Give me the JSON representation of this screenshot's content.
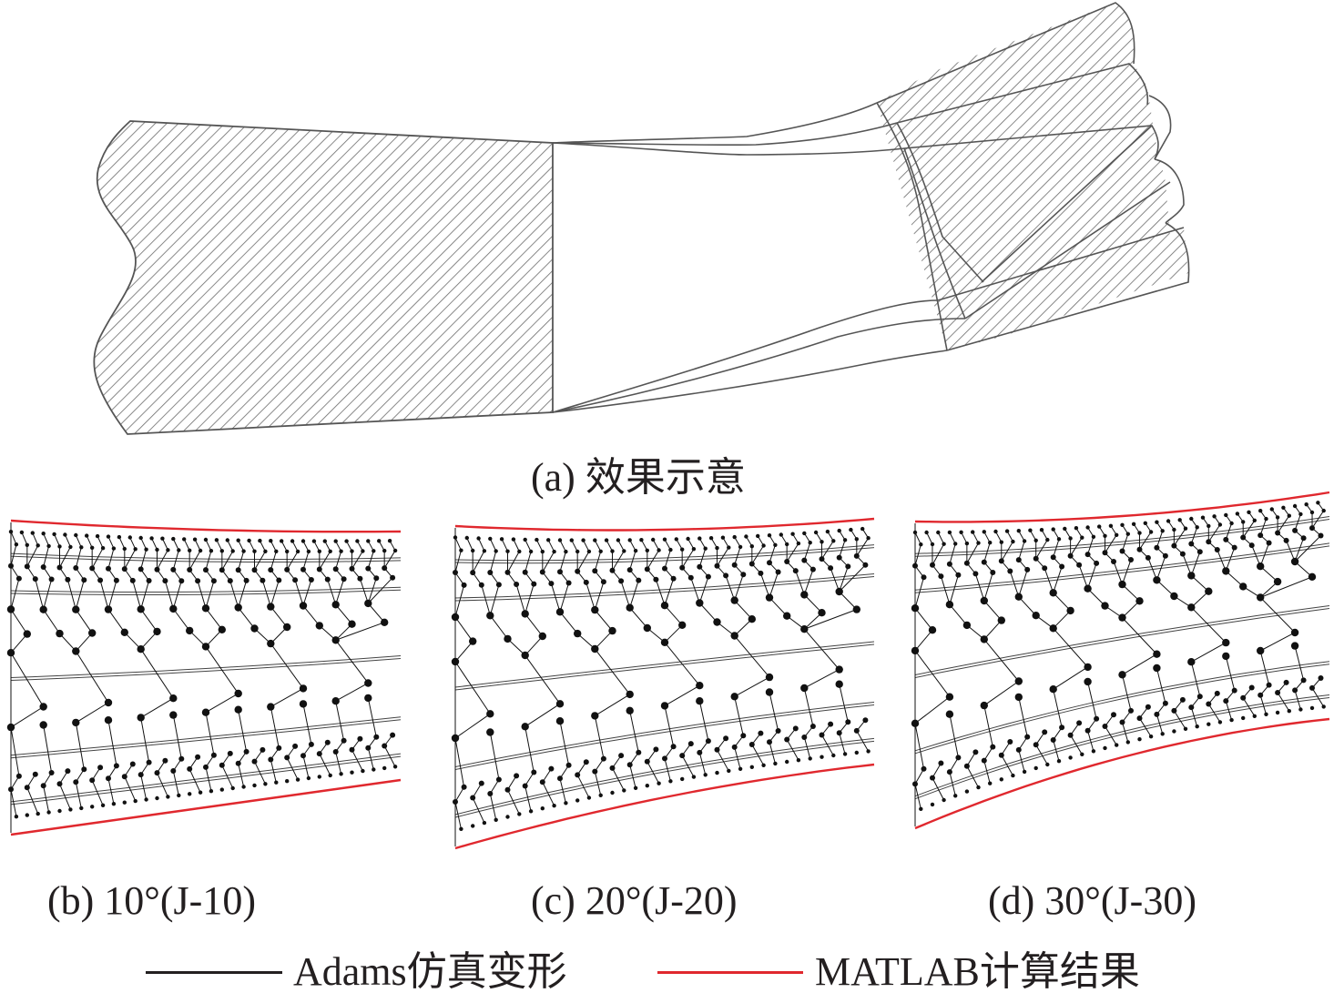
{
  "figure": {
    "panel_a": {
      "caption": "(a) 效果示意"
    },
    "panel_b": {
      "caption": "(b) 10°(J-10)",
      "bend_angle_deg": 10,
      "label": "J-10"
    },
    "panel_c": {
      "caption": "(c) 20°(J-20)",
      "bend_angle_deg": 20,
      "label": "J-20"
    },
    "panel_d": {
      "caption": "(d) 30°(J-30)",
      "bend_angle_deg": 30,
      "label": "J-30"
    }
  },
  "legend": {
    "items": [
      {
        "label": "Adams仿真变形",
        "color": "#231f20"
      },
      {
        "label": "MATLAB计算结果",
        "color": "#e0282e"
      }
    ]
  },
  "colors": {
    "outline": "#555555",
    "hatch": "#6b6b6b",
    "mesh": "#111111",
    "matlab": "#e0282e"
  }
}
